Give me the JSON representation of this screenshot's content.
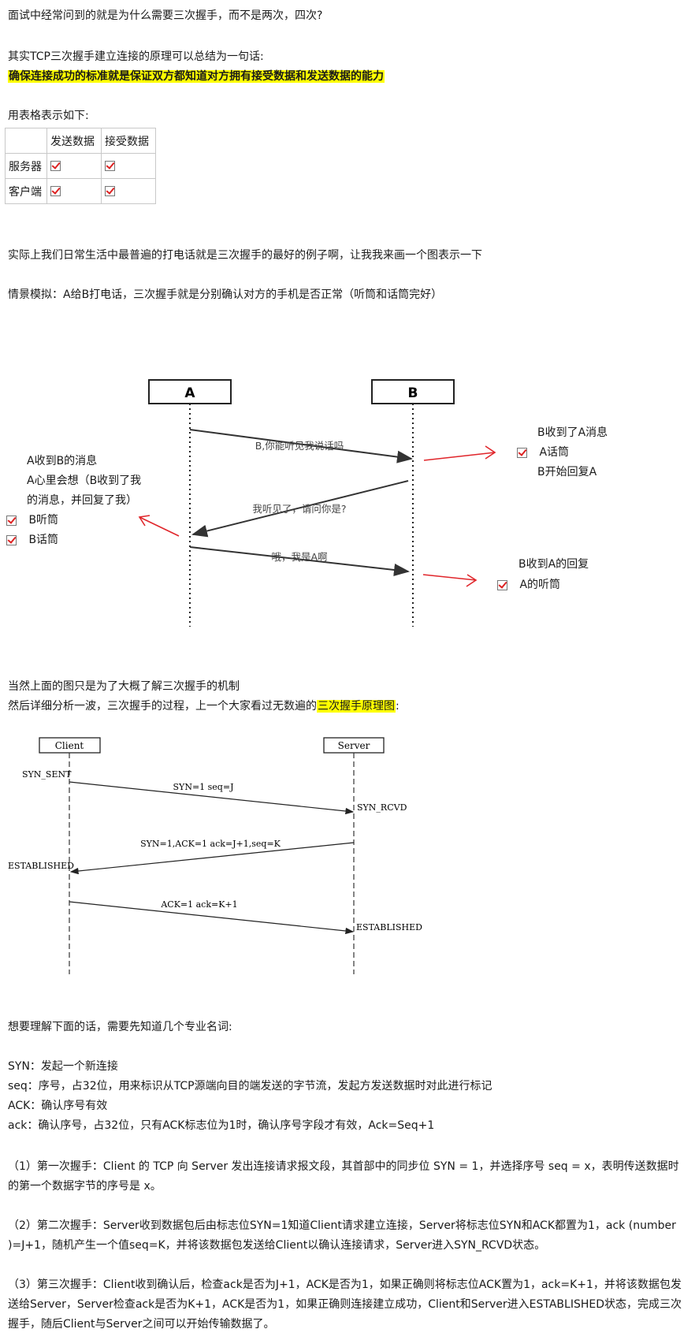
{
  "intro": {
    "question": "面试中经常问到的就是为什么需要三次握手，而不是两次，四次?",
    "principle_intro": "其实TCP三次握手建立连接的原理可以总结为一句话:",
    "principle_highlight": "确保连接成功的标准就是保证双方都知道对方拥有接受数据和发送数据的能力",
    "table_intro": "用表格表示如下:"
  },
  "ability_table": {
    "headers": [
      "",
      "发送数据",
      "接受数据"
    ],
    "rows": [
      {
        "label": "服务器",
        "send": true,
        "receive": true
      },
      {
        "label": "客户端",
        "send": true,
        "receive": true
      }
    ]
  },
  "analogy": {
    "line1": "实际上我们日常生活中最普遍的打电话就是三次握手的最好的例子啊，让我我来画一个图表示一下",
    "line2": "情景模拟：A给B打电话，三次握手就是分别确认对方的手机是否正常（听筒和话筒完好）"
  },
  "phone_diagram": {
    "node_a": "A",
    "node_b": "B",
    "msg1": "B,你能听见我说话吗",
    "msg2": "我听见了，请问你是?",
    "msg3": "哦，我是A啊",
    "b_note_title": "B收到了A消息",
    "b_note_check": "A话筒",
    "b_note_reply": "B开始回复A",
    "a_note_title": "A收到B的消息",
    "a_note_think1": "A心里会想（B收到了我",
    "a_note_think2": "的消息，并回复了我）",
    "a_note_check1": "B听筒",
    "a_note_check2": "B话筒",
    "b_note2_title": "B收到A的回复",
    "b_note2_check": "A的听筒",
    "arrow_color": "#e0262b"
  },
  "section2": {
    "line1": "当然上面的图只是为了大概了解三次握手的机制",
    "line2_prefix": "然后详细分析一波，三次握手的过程，上一个大家看过无数遍的",
    "line2_highlight": "三次握手原理图",
    "line2_suffix": ":"
  },
  "tcp_diagram": {
    "client": "Client",
    "server": "Server",
    "syn_sent": "SYN_SENT",
    "syn_rcvd": "SYN_RCVD",
    "established_client": "ESTABLISHED",
    "established_server": "ESTABLISHED",
    "msg1": "SYN=1 seq=J",
    "msg2": "SYN=1,ACK=1 ack=J+1,seq=K",
    "msg3": "ACK=1 ack=K+1"
  },
  "terms": {
    "intro": "想要理解下面的话，需要先知道几个专业名词:",
    "syn": "SYN：发起一个新连接",
    "seq": "seq：序号，占32位，用来标识从TCP源端向目的端发送的字节流，发起方发送数据时对此进行标记",
    "ack_flag": "ACK：确认序号有效",
    "ack_num": "ack：确认序号，占32位，只有ACK标志位为1时，确认序号字段才有效，Ack=Seq+1"
  },
  "steps": {
    "step1": "（1）第一次握手：Client 的 TCP 向 Server 发出连接请求报文段，其首部中的同步位 SYN = 1，并选择序号 seq = x，表明传送数据时的第一个数据字节的序号是 x。",
    "step2": "（2）第二次握手：Server收到数据包后由标志位SYN=1知道Client请求建立连接，Server将标志位SYN和ACK都置为1，ack (number )=J+1，随机产生一个值seq=K，并将该数据包发送给Client以确认连接请求，Server进入SYN_RCVD状态。",
    "step3": "（3）第三次握手：Client收到确认后，检查ack是否为J+1，ACK是否为1，如果正确则将标志位ACK置为1，ack=K+1，并将该数据包发送给Server，Server检查ack是否为K+1，ACK是否为1，如果正确则连接建立成功，Client和Server进入ESTABLISHED状态，完成三次握手，随后Client与Server之间可以开始传输数据了。"
  }
}
